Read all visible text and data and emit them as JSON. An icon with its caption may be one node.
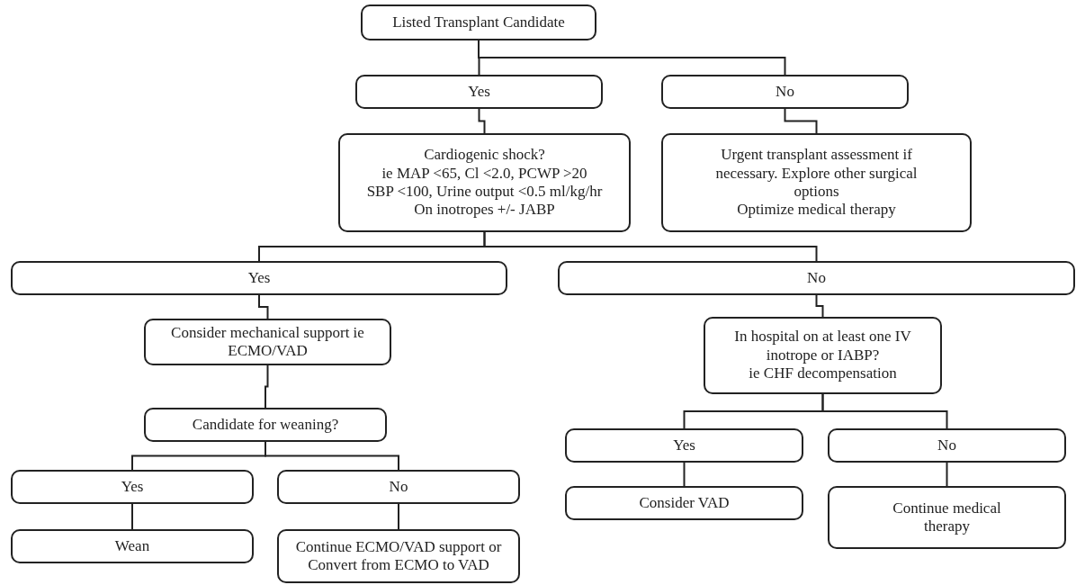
{
  "diagram": {
    "nodes": [
      {
        "text": [
          "Listed Transplant Candidate"
        ]
      },
      {
        "text": [
          "Yes"
        ]
      },
      {
        "text": [
          "No"
        ]
      },
      {
        "text": [
          "Cardiogenic shock?",
          "ie MAP <65, Cl <2.0, PCWP >20",
          "SBP <100, Urine output <0.5 ml/kg/hr",
          "On inotropes +/- JABP"
        ]
      },
      {
        "text": [
          "Urgent transplant assessment if necessary. Explore other surgical options",
          "Optimize medical therapy"
        ]
      },
      {
        "text": [
          "Yes"
        ]
      },
      {
        "text": [
          "No"
        ]
      },
      {
        "text": [
          "Consider mechanical support ie ECMO/VAD"
        ]
      },
      {
        "text": [
          "In hospital on at least one IV inotrope or IABP?",
          "ie CHF decompensation"
        ]
      },
      {
        "text": [
          "Candidate for weaning?"
        ]
      },
      {
        "text": [
          "Yes"
        ]
      },
      {
        "text": [
          "No"
        ]
      },
      {
        "text": [
          "Wean"
        ]
      },
      {
        "text": [
          "Continue ECMO/VAD support or Convert from ECMO to VAD"
        ]
      },
      {
        "text": [
          "Yes"
        ]
      },
      {
        "text": [
          "No"
        ]
      },
      {
        "text": [
          "Consider VAD"
        ]
      },
      {
        "text": [
          "Continue medical therapy"
        ]
      }
    ],
    "edges": [
      {
        "from": 0,
        "to": 1,
        "arrow": "none"
      },
      {
        "from": 0,
        "to": 2,
        "arrow": "none"
      },
      {
        "from": 1,
        "to": 3,
        "arrow": "none"
      },
      {
        "from": 2,
        "to": 4,
        "arrow": "none"
      },
      {
        "from": 3,
        "to": 5,
        "arrow": "none"
      },
      {
        "from": 3,
        "to": 6,
        "arrow": "none"
      },
      {
        "from": 5,
        "to": 7,
        "arrow": "none"
      },
      {
        "from": 7,
        "to": 9,
        "arrow": "none"
      },
      {
        "from": 9,
        "to": 10,
        "arrow": "none"
      },
      {
        "from": 9,
        "to": 11,
        "arrow": "none"
      },
      {
        "from": 10,
        "to": 12,
        "arrow": "none"
      },
      {
        "from": 11,
        "to": 13,
        "arrow": "none"
      },
      {
        "from": 6,
        "to": 8,
        "arrow": "none"
      },
      {
        "from": 8,
        "to": 14,
        "arrow": "none"
      },
      {
        "from": 8,
        "to": 15,
        "arrow": "none"
      },
      {
        "from": 14,
        "to": 16,
        "arrow": "none"
      },
      {
        "from": 15,
        "to": 17,
        "arrow": "none"
      }
    ]
  }
}
